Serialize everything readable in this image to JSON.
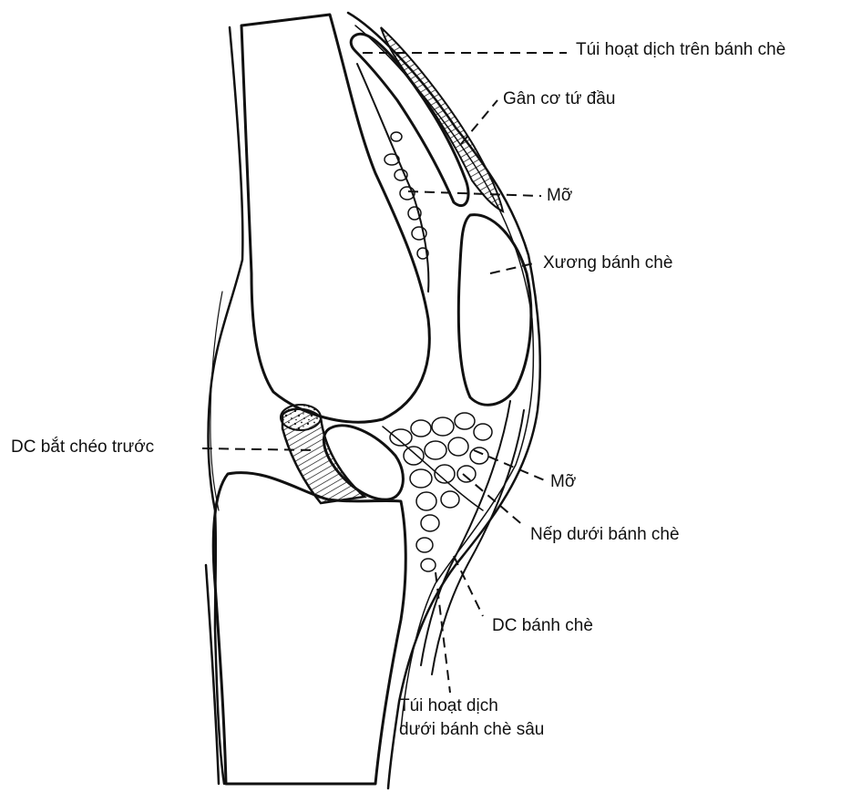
{
  "labels": {
    "suprapatellar_bursa": "Túi hoạt dịch trên bánh chè",
    "quadriceps_tendon": "Gân cơ tứ đầu",
    "fat_upper": "Mỡ",
    "patella": "Xương bánh chè",
    "acl": "DC bắt chéo trước",
    "fat_lower": "Mỡ",
    "infrapatellar_fold": "Nếp dưới bánh chè",
    "patellar_ligament": "DC bánh chè",
    "deep_infrapatellar_bursa_line1": "Túi hoạt dịch",
    "deep_infrapatellar_bursa_line2": "dưới bánh chè sâu"
  },
  "colors": {
    "ink": "#111111",
    "background": "#ffffff"
  }
}
